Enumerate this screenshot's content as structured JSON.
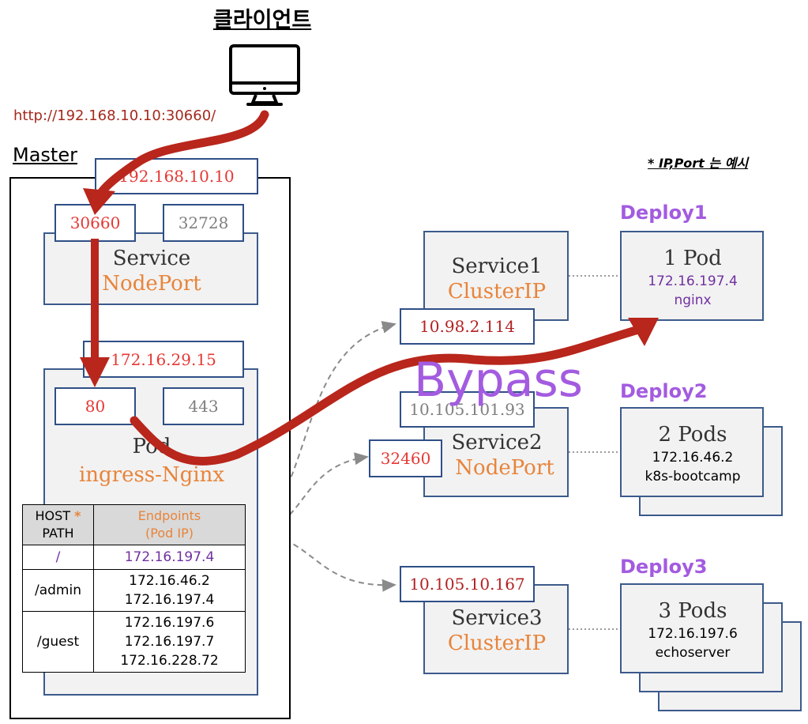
{
  "client": {
    "title": "클라이언트",
    "url": "http://192.168.10.10:30660/"
  },
  "note": "* IP,Port 는 예시",
  "master": {
    "label": "Master",
    "node_ip": "192.168.10.10",
    "service": {
      "name": "Service",
      "type": "NodePort",
      "port_http": "30660",
      "port_https": "32728"
    },
    "pod": {
      "ip": "172.16.29.15",
      "name": "Pod",
      "app": "ingress-Nginx",
      "port_http": "80",
      "port_https": "443"
    },
    "table": {
      "header_host": "HOST",
      "header_star": "*",
      "header_path": "PATH",
      "header_endpoints": "Endpoints",
      "header_podip": "(Pod IP)",
      "rows": [
        {
          "path": "/",
          "ips": [
            "172.16.197.4"
          ]
        },
        {
          "path": "/admin",
          "ips": [
            "172.16.46.2",
            "172.16.197.4"
          ]
        },
        {
          "path": "/guest",
          "ips": [
            "172.16.197.6",
            "172.16.197.7",
            "172.16.228.72"
          ]
        }
      ]
    }
  },
  "bypass": "Bypass",
  "services": [
    {
      "name": "Service1",
      "type": "ClusterIP",
      "ip": "10.98.2.114"
    },
    {
      "name": "Service2",
      "type": "NodePort",
      "ip": "10.105.101.93",
      "port": "32460"
    },
    {
      "name": "Service3",
      "type": "ClusterIP",
      "ip": "10.105.10.167"
    }
  ],
  "deploys": [
    {
      "label": "Deploy1",
      "pods": "1 Pod",
      "ip": "172.16.197.4",
      "app": "nginx"
    },
    {
      "label": "Deploy2",
      "pods": "2 Pods",
      "ip": "172.16.46.2",
      "app": "k8s-bootcamp"
    },
    {
      "label": "Deploy3",
      "pods": "3 Pods",
      "ip": "172.16.197.6",
      "app": "echoserver"
    }
  ],
  "colors": {
    "arrow": "#b8261c",
    "ip_red": "#e53935",
    "type_orange": "#e8843a",
    "deploy_violet": "#a35be0",
    "box_border": "#2f4f86"
  }
}
